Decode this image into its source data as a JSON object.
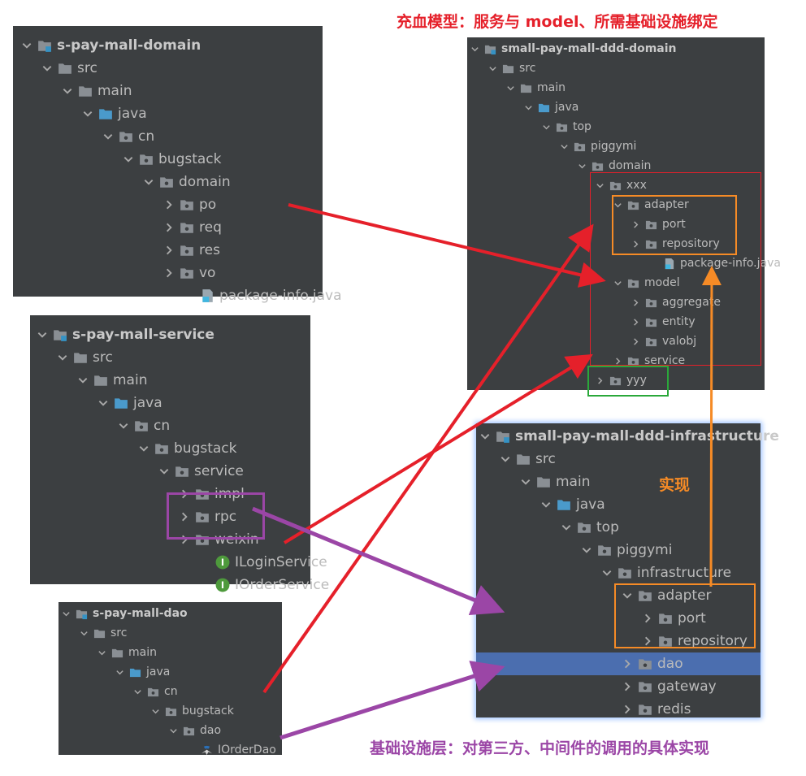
{
  "colors": {
    "panel_bg": "#3c3f41",
    "text": "#bbbbbb",
    "folder": "#8a8f94",
    "source_folder": "#4a9acb",
    "selected_row": "#4b6eaf",
    "red": "#e5202a",
    "orange": "#f68b26",
    "purple": "#9b46a6",
    "green": "#2aa83a",
    "interface_icon": "#4e9a3c"
  },
  "headings": {
    "rich_model": "充血模型：服务与 model、所需基础设施绑定",
    "implementation": "实现",
    "infrastructure_layer": "基础设施层：对第三方、中间件的调用的具体实现"
  },
  "panels": {
    "domain": {
      "rows": [
        {
          "label": "s-pay-mall-domain",
          "indent": 0,
          "icon": "module",
          "expand": "down",
          "bold": true
        },
        {
          "label": "src",
          "indent": 1,
          "icon": "folder",
          "expand": "down"
        },
        {
          "label": "main",
          "indent": 2,
          "icon": "folder",
          "expand": "down"
        },
        {
          "label": "java",
          "indent": 3,
          "icon": "source",
          "expand": "down"
        },
        {
          "label": "cn",
          "indent": 4,
          "icon": "package",
          "expand": "down"
        },
        {
          "label": "bugstack",
          "indent": 5,
          "icon": "package",
          "expand": "down"
        },
        {
          "label": "domain",
          "indent": 6,
          "icon": "package",
          "expand": "down"
        },
        {
          "label": "po",
          "indent": 7,
          "icon": "package",
          "expand": "right"
        },
        {
          "label": "req",
          "indent": 7,
          "icon": "package",
          "expand": "right"
        },
        {
          "label": "res",
          "indent": 7,
          "icon": "package",
          "expand": "right"
        },
        {
          "label": "vo",
          "indent": 7,
          "icon": "package",
          "expand": "right"
        },
        {
          "label": "package-info.java",
          "indent": 8,
          "icon": "javafile",
          "expand": "none"
        }
      ]
    },
    "service": {
      "rows": [
        {
          "label": "s-pay-mall-service",
          "indent": 0,
          "icon": "module",
          "expand": "down",
          "bold": true
        },
        {
          "label": "src",
          "indent": 1,
          "icon": "folder",
          "expand": "down"
        },
        {
          "label": "main",
          "indent": 2,
          "icon": "folder",
          "expand": "down"
        },
        {
          "label": "java",
          "indent": 3,
          "icon": "source",
          "expand": "down"
        },
        {
          "label": "cn",
          "indent": 4,
          "icon": "package",
          "expand": "down"
        },
        {
          "label": "bugstack",
          "indent": 5,
          "icon": "package",
          "expand": "down"
        },
        {
          "label": "service",
          "indent": 6,
          "icon": "package",
          "expand": "down"
        },
        {
          "label": "impl",
          "indent": 7,
          "icon": "package",
          "expand": "right"
        },
        {
          "label": "rpc",
          "indent": 7,
          "icon": "package",
          "expand": "right"
        },
        {
          "label": "weixin",
          "indent": 7,
          "icon": "package",
          "expand": "right"
        },
        {
          "label": "ILoginService",
          "indent": 8,
          "icon": "interface",
          "icon_text": "I",
          "expand": "none"
        },
        {
          "label": "IOrderService",
          "indent": 8,
          "icon": "interface",
          "icon_text": "I",
          "expand": "none"
        }
      ]
    },
    "dao": {
      "rows": [
        {
          "label": "s-pay-mall-dao",
          "indent": 0,
          "icon": "module",
          "expand": "down",
          "bold": true
        },
        {
          "label": "src",
          "indent": 1,
          "icon": "folder",
          "expand": "down"
        },
        {
          "label": "main",
          "indent": 2,
          "icon": "folder",
          "expand": "down"
        },
        {
          "label": "java",
          "indent": 3,
          "icon": "source",
          "expand": "down"
        },
        {
          "label": "cn",
          "indent": 4,
          "icon": "package",
          "expand": "down"
        },
        {
          "label": "bugstack",
          "indent": 5,
          "icon": "package",
          "expand": "down"
        },
        {
          "label": "dao",
          "indent": 6,
          "icon": "package",
          "expand": "down"
        },
        {
          "label": "IOrderDao",
          "indent": 7,
          "icon": "mybatis",
          "expand": "none"
        }
      ]
    },
    "ddd_domain": {
      "rows": [
        {
          "label": "small-pay-mall-ddd-domain",
          "indent": 0,
          "icon": "module",
          "expand": "down",
          "bold": true
        },
        {
          "label": "src",
          "indent": 1,
          "icon": "folder",
          "expand": "down"
        },
        {
          "label": "main",
          "indent": 2,
          "icon": "folder",
          "expand": "down"
        },
        {
          "label": "java",
          "indent": 3,
          "icon": "source",
          "expand": "down"
        },
        {
          "label": "top",
          "indent": 4,
          "icon": "package",
          "expand": "down"
        },
        {
          "label": "piggymi",
          "indent": 5,
          "icon": "package",
          "expand": "down"
        },
        {
          "label": "domain",
          "indent": 6,
          "icon": "package",
          "expand": "down"
        },
        {
          "label": "xxx",
          "indent": 7,
          "icon": "package",
          "expand": "down"
        },
        {
          "label": "adapter",
          "indent": 8,
          "icon": "package",
          "expand": "down"
        },
        {
          "label": "port",
          "indent": 9,
          "icon": "package",
          "expand": "right"
        },
        {
          "label": "repository",
          "indent": 9,
          "icon": "package",
          "expand": "right"
        },
        {
          "label": "package-info.java",
          "indent": 10,
          "icon": "javafile",
          "expand": "none"
        },
        {
          "label": "model",
          "indent": 8,
          "icon": "package",
          "expand": "down"
        },
        {
          "label": "aggregate",
          "indent": 9,
          "icon": "package",
          "expand": "right"
        },
        {
          "label": "entity",
          "indent": 9,
          "icon": "package",
          "expand": "right"
        },
        {
          "label": "valobj",
          "indent": 9,
          "icon": "package",
          "expand": "right"
        },
        {
          "label": "service",
          "indent": 8,
          "icon": "package",
          "expand": "right"
        },
        {
          "label": "yyy",
          "indent": 7,
          "icon": "package",
          "expand": "right"
        }
      ]
    },
    "infra": {
      "rows": [
        {
          "label": "small-pay-mall-ddd-infrastructure",
          "indent": 0,
          "icon": "module",
          "expand": "down",
          "bold": true
        },
        {
          "label": "src",
          "indent": 1,
          "icon": "folder",
          "expand": "down"
        },
        {
          "label": "main",
          "indent": 2,
          "icon": "folder",
          "expand": "down"
        },
        {
          "label": "java",
          "indent": 3,
          "icon": "source",
          "expand": "down"
        },
        {
          "label": "top",
          "indent": 4,
          "icon": "package",
          "expand": "down"
        },
        {
          "label": "piggymi",
          "indent": 5,
          "icon": "package",
          "expand": "down"
        },
        {
          "label": "infrastructure",
          "indent": 6,
          "icon": "package",
          "expand": "down"
        },
        {
          "label": "adapter",
          "indent": 7,
          "icon": "package",
          "expand": "down"
        },
        {
          "label": "port",
          "indent": 8,
          "icon": "package",
          "expand": "right"
        },
        {
          "label": "repository",
          "indent": 8,
          "icon": "package",
          "expand": "right"
        },
        {
          "label": "dao",
          "indent": 7,
          "icon": "package",
          "expand": "right",
          "selected": true
        },
        {
          "label": "gateway",
          "indent": 7,
          "icon": "package",
          "expand": "right"
        },
        {
          "label": "redis",
          "indent": 7,
          "icon": "package",
          "expand": "right"
        }
      ]
    }
  },
  "annotations": [
    {
      "name": "xxx-red-frame",
      "color": "red"
    },
    {
      "name": "adapter-orange-frame",
      "color": "orange"
    },
    {
      "name": "yyy-green-frame",
      "color": "green"
    },
    {
      "name": "rpc-weixin-purple-frame",
      "color": "purple"
    },
    {
      "name": "infra-adapter-orange-frame",
      "color": "orange"
    }
  ],
  "arrows": [
    {
      "name": "domain-to-model-arrow",
      "color": "red"
    },
    {
      "name": "service-to-domain-service-arrow",
      "color": "red"
    },
    {
      "name": "dao-to-adapter-arrow",
      "color": "red"
    },
    {
      "name": "rpc-to-infra-arrow",
      "color": "purple"
    },
    {
      "name": "iorderdao-to-infra-dao-arrow",
      "color": "purple"
    },
    {
      "name": "infra-adapter-to-domain-adapter-arrow",
      "color": "orange"
    }
  ]
}
